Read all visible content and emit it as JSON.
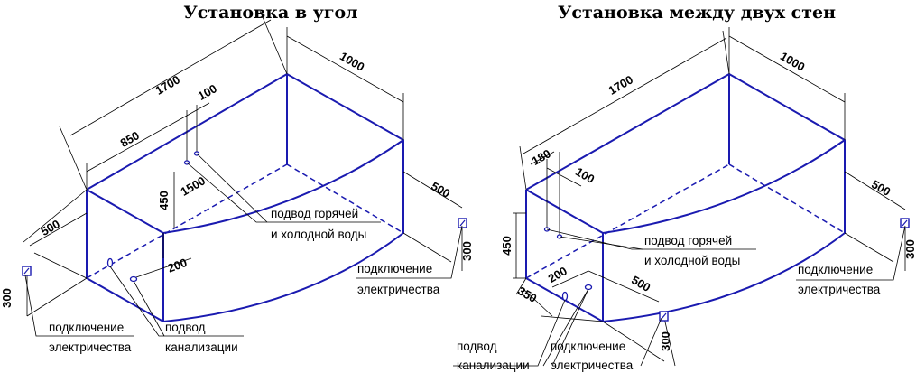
{
  "left": {
    "title": "Установка в угол",
    "dims": {
      "length": "1700",
      "depth": "1000",
      "d850": "850",
      "d100": "100",
      "d1500": "1500",
      "d450": "450",
      "d500": "500",
      "d200": "200",
      "d300": "300",
      "d500r": "500",
      "d300r": "300"
    },
    "labels": {
      "water_1": "подвод горячей",
      "water_2": "и холодной воды",
      "elec_r_1": "подключение",
      "elec_r_2": "электричества",
      "elec_l_1": "подключение",
      "elec_l_2": "электричества",
      "drain_1": "подвод",
      "drain_2": "канализации"
    }
  },
  "right": {
    "title": "Установка между двух стен",
    "dims": {
      "length": "1700",
      "depth": "1000",
      "d180": "180",
      "d100": "100",
      "d450": "450",
      "d500": "500",
      "d200": "200",
      "d350": "350",
      "d500b": "500",
      "d300": "300",
      "d300r": "300"
    },
    "labels": {
      "water_1": "подвод горячей",
      "water_2": "и холодной воды",
      "elec_r_1": "подключение",
      "elec_r_2": "электричества",
      "drain_1": "подвод",
      "drain_2": "канализации",
      "elec_b_1": "подключение",
      "elec_b_2": "электричества"
    }
  }
}
